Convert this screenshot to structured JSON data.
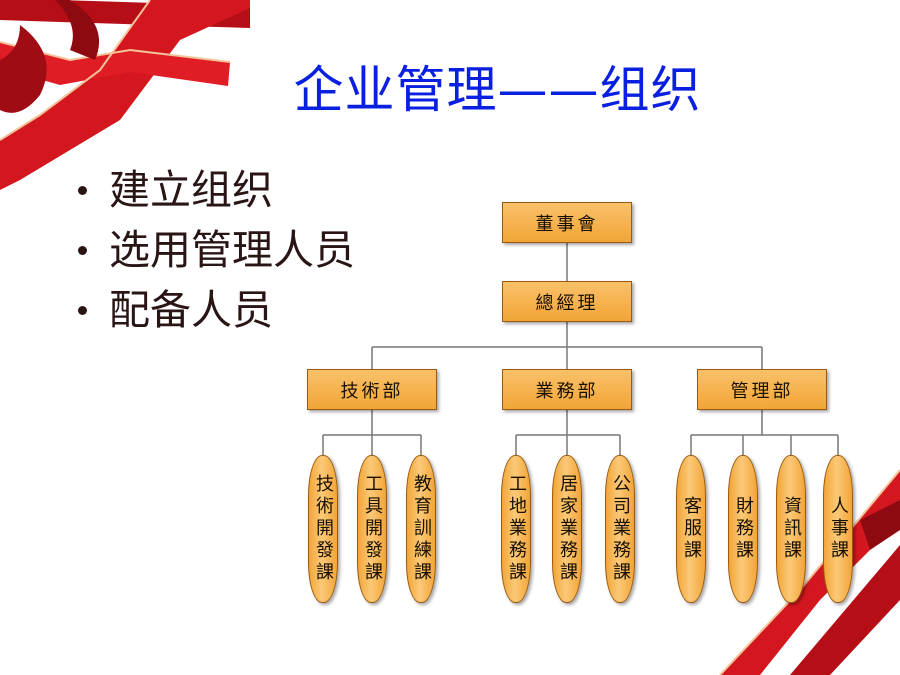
{
  "title": "企业管理——组织",
  "bullets": [
    "建立组织",
    "选用管理人员",
    "配备人员"
  ],
  "org": {
    "root": "董事會",
    "ceo": "總經理",
    "departments": [
      {
        "name": "技術部",
        "units": [
          "技術開發課",
          "工具開發課",
          "教育訓練課"
        ]
      },
      {
        "name": "業務部",
        "units": [
          "工地業務課",
          "居家業務課",
          "公司業務課"
        ]
      },
      {
        "name": "管理部",
        "units": [
          "客服課",
          "財務課",
          "資訊課",
          "人事課"
        ]
      }
    ]
  },
  "colors": {
    "title": "#0a20e0",
    "ribbon": "#c8141c",
    "box": "#f2a537",
    "line": "#777777"
  }
}
